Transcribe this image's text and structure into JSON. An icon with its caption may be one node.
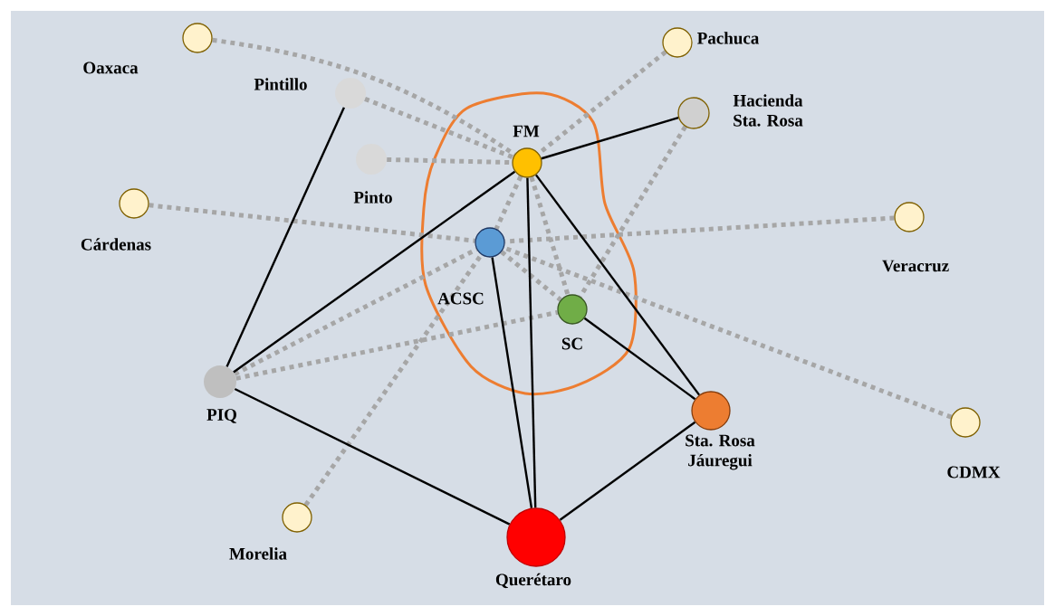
{
  "diagram": {
    "nodes": [
      {
        "text": [
          "Oaxaca"
        ]
      },
      {
        "text": [
          "Pachuca"
        ]
      },
      {
        "text": [
          "Pintillo"
        ]
      },
      {
        "text": [
          "Hacienda Sta. Rosa"
        ]
      },
      {
        "text": [
          "FM"
        ]
      },
      {
        "text": [
          "Pinto"
        ]
      },
      {
        "text": [
          "Cárdenas"
        ]
      },
      {
        "text": [
          "Veracruz"
        ]
      },
      {
        "text": [
          "ACSC"
        ]
      },
      {
        "text": [
          "SC"
        ]
      },
      {
        "text": [
          "PIQ"
        ]
      },
      {
        "text": [
          "Sta. Rosa Jáuregui"
        ]
      },
      {
        "text": [
          "CDMX"
        ]
      },
      {
        "text": [
          "Morelia"
        ]
      },
      {
        "text": [
          "Querétaro"
        ]
      }
    ],
    "edges": [
      {
        "from": 0,
        "to": 4,
        "arrow": "none",
        "style": "dashed"
      },
      {
        "from": 2,
        "to": 4,
        "arrow": "none",
        "style": "dashed"
      },
      {
        "from": 5,
        "to": 4,
        "arrow": "none",
        "style": "dashed"
      },
      {
        "from": 6,
        "to": 8,
        "arrow": "none",
        "style": "dashed"
      },
      {
        "from": 1,
        "to": 4,
        "arrow": "none",
        "style": "dashed"
      },
      {
        "from": 3,
        "to": 9,
        "arrow": "none",
        "style": "dashed"
      },
      {
        "from": 7,
        "to": 8,
        "arrow": "none",
        "style": "dashed"
      },
      {
        "from": 12,
        "to": 8,
        "arrow": "none",
        "style": "dashed"
      },
      {
        "from": 13,
        "to": 8,
        "arrow": "none",
        "style": "dashed"
      },
      {
        "from": 4,
        "to": 8,
        "arrow": "none",
        "style": "dashed"
      },
      {
        "from": 4,
        "to": 9,
        "arrow": "none",
        "style": "dashed"
      },
      {
        "from": 8,
        "to": 9,
        "arrow": "none",
        "style": "dashed"
      },
      {
        "from": 10,
        "to": 8,
        "arrow": "none",
        "style": "dashed"
      },
      {
        "from": 10,
        "to": 9,
        "arrow": "none",
        "style": "dashed"
      },
      {
        "from": 2,
        "to": 10,
        "arrow": "none",
        "color": "#000000"
      },
      {
        "from": 10,
        "to": 4,
        "arrow": "none",
        "color": "#000000"
      },
      {
        "from": 10,
        "to": 14,
        "arrow": "none",
        "color": "#000000"
      },
      {
        "from": 4,
        "to": 3,
        "arrow": "none",
        "color": "#000000"
      },
      {
        "from": 4,
        "to": 14,
        "arrow": "none",
        "color": "#000000"
      },
      {
        "from": 4,
        "to": 11,
        "arrow": "none",
        "color": "#000000"
      },
      {
        "from": 8,
        "to": 14,
        "arrow": "none",
        "color": "#000000"
      },
      {
        "from": 9,
        "to": 11,
        "arrow": "none",
        "color": "#000000"
      },
      {
        "from": 11,
        "to": 14,
        "arrow": "none",
        "color": "#000000"
      }
    ]
  }
}
